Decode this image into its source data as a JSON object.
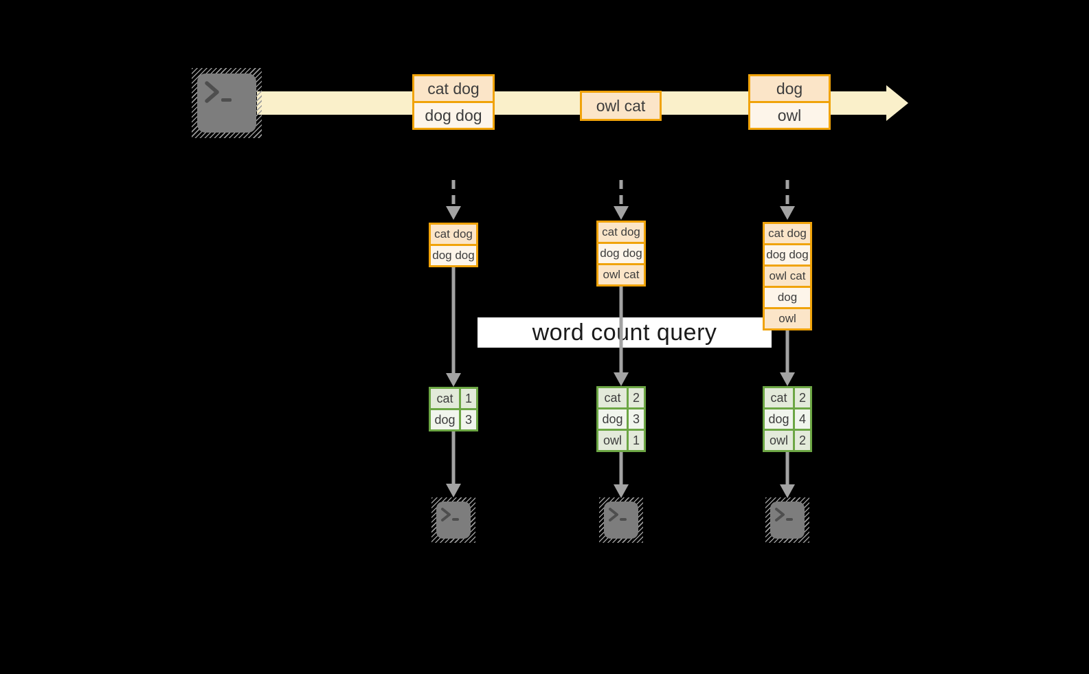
{
  "colors": {
    "background": "#000000",
    "stream_band": "#FAF0CA",
    "record_border": "#F0A30A",
    "record_fill_a": "#FBE5C8",
    "record_fill_b": "#FDF5EA",
    "table_border": "#6CA644",
    "table_fill_a": "#E3EADA",
    "table_fill_b": "#F1F5ED",
    "arrow_gray": "#A3A3A3",
    "terminal_gray": "#7D7D7D"
  },
  "stream": {
    "source_icon": "terminal-icon",
    "batches": [
      {
        "cells": [
          "cat dog",
          "dog dog"
        ]
      },
      {
        "cells": [
          "owl cat"
        ]
      },
      {
        "cells": [
          "dog",
          "owl"
        ]
      }
    ]
  },
  "query": {
    "label": "word count query"
  },
  "columns": [
    {
      "batch": [
        "cat dog",
        "dog dog"
      ],
      "counts": [
        {
          "word": "cat",
          "count": "1"
        },
        {
          "word": "dog",
          "count": "3"
        }
      ]
    },
    {
      "batch": [
        "cat dog",
        "dog dog",
        "owl cat"
      ],
      "counts": [
        {
          "word": "cat",
          "count": "2"
        },
        {
          "word": "dog",
          "count": "3"
        },
        {
          "word": "owl",
          "count": "1"
        }
      ]
    },
    {
      "batch": [
        "cat dog",
        "dog dog",
        "owl cat",
        "dog",
        "owl"
      ],
      "counts": [
        {
          "word": "cat",
          "count": "2"
        },
        {
          "word": "dog",
          "count": "4"
        },
        {
          "word": "owl",
          "count": "2"
        }
      ]
    }
  ]
}
